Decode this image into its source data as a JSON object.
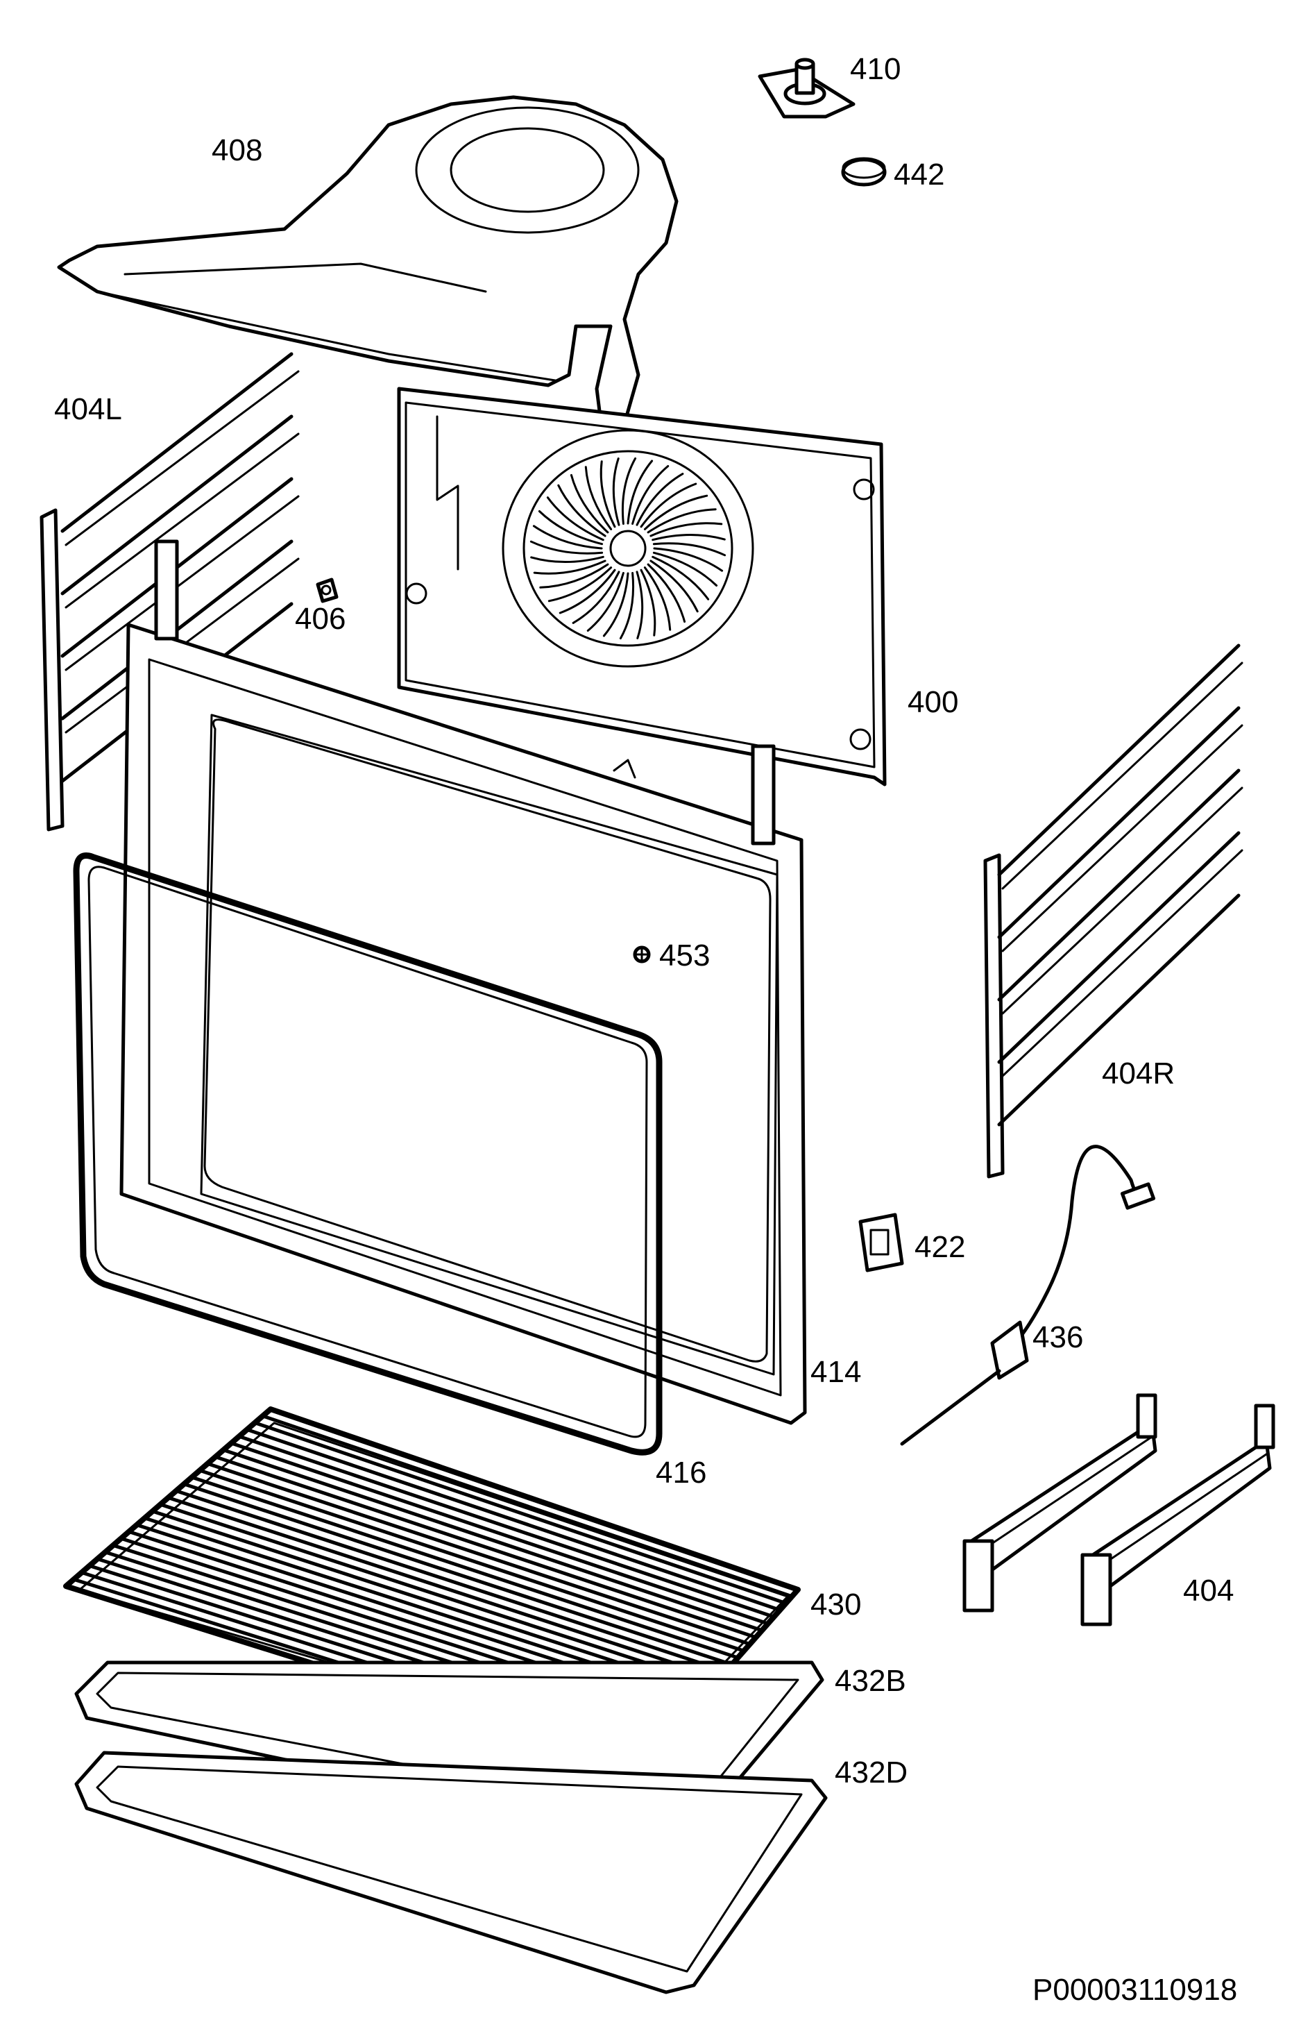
{
  "diagram": {
    "labels": {
      "p410": "410",
      "p442": "442",
      "p408": "408",
      "p404L": "404L",
      "p406": "406",
      "p400": "400",
      "p453": "453",
      "p404R": "404R",
      "p422": "422",
      "p436": "436",
      "p414": "414",
      "p416": "416",
      "p430": "430",
      "p404": "404",
      "p432B": "432B",
      "p432D": "432D"
    },
    "document_id": "P00003110918"
  }
}
